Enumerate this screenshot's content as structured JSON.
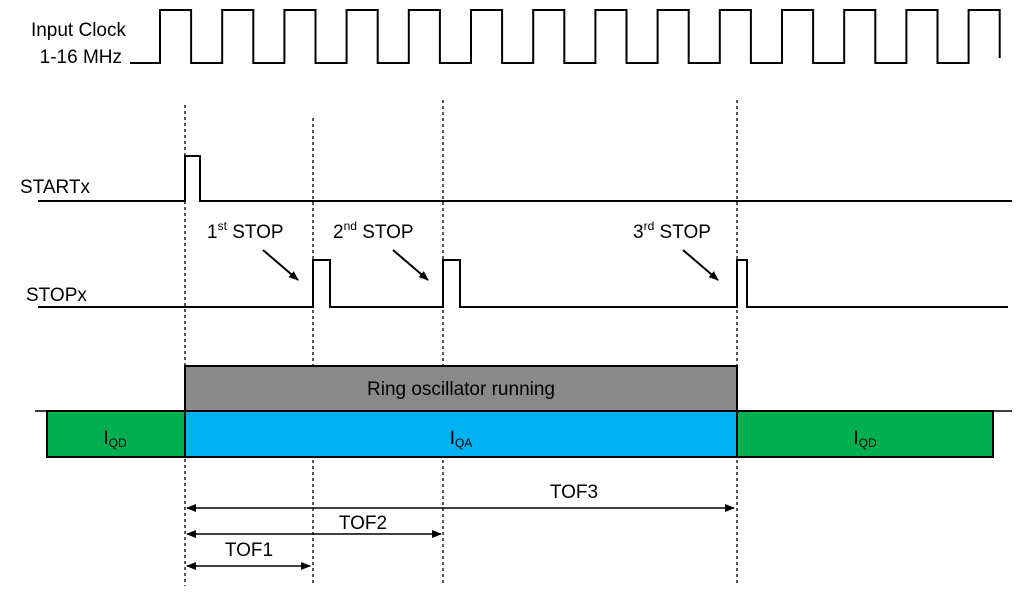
{
  "clock": {
    "label_line1": "Input Clock",
    "label_line2": "1-16 MHz"
  },
  "signals": {
    "start": "STARTx",
    "stop": "STOPx"
  },
  "stops": [
    {
      "num": "1",
      "sup": "st",
      "text": " STOP"
    },
    {
      "num": "2",
      "sup": "nd",
      "text": " STOP"
    },
    {
      "num": "3",
      "sup": "rd",
      "text": " STOP"
    }
  ],
  "ring": {
    "label": "Ring oscillator running",
    "color": "#898989"
  },
  "current": {
    "quiescent": {
      "main": "I",
      "sub": "QD",
      "color": "#00b050"
    },
    "active": {
      "main": "I",
      "sub": "QA",
      "color": "#00b0f0"
    }
  },
  "tof": [
    "TOF1",
    "TOF2",
    "TOF3"
  ]
}
